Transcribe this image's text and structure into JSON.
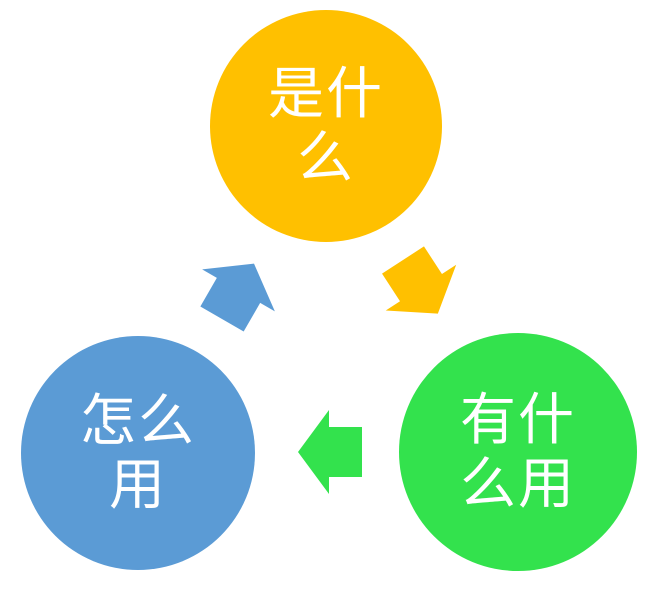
{
  "diagram": {
    "type": "cycle",
    "background": "#ffffff",
    "text_color": "#ffffff",
    "nodes": [
      {
        "id": "what",
        "label": "是什么",
        "lines": [
          "是什",
          "么"
        ],
        "color": "#FFC000",
        "position": "top"
      },
      {
        "id": "has-use",
        "label": "有什么用",
        "lines": [
          "有什",
          "么用"
        ],
        "color": "#33E24D",
        "position": "bottom-right"
      },
      {
        "id": "how-use",
        "label": "怎么用",
        "lines": [
          "怎么",
          "用"
        ],
        "color": "#5B9BD5",
        "position": "bottom-left"
      }
    ],
    "arrows": [
      {
        "id": "arrow-what-to-hasuse",
        "from": "是什么",
        "to": "有什么用",
        "color": "#FFC000",
        "direction": "down-right"
      },
      {
        "id": "arrow-hasuse-to-howuse",
        "from": "有什么用",
        "to": "怎么用",
        "color": "#33E24D",
        "direction": "left"
      },
      {
        "id": "arrow-howuse-to-what",
        "from": "怎么用",
        "to": "是什么",
        "color": "#5B9BD5",
        "direction": "up-right"
      }
    ]
  }
}
